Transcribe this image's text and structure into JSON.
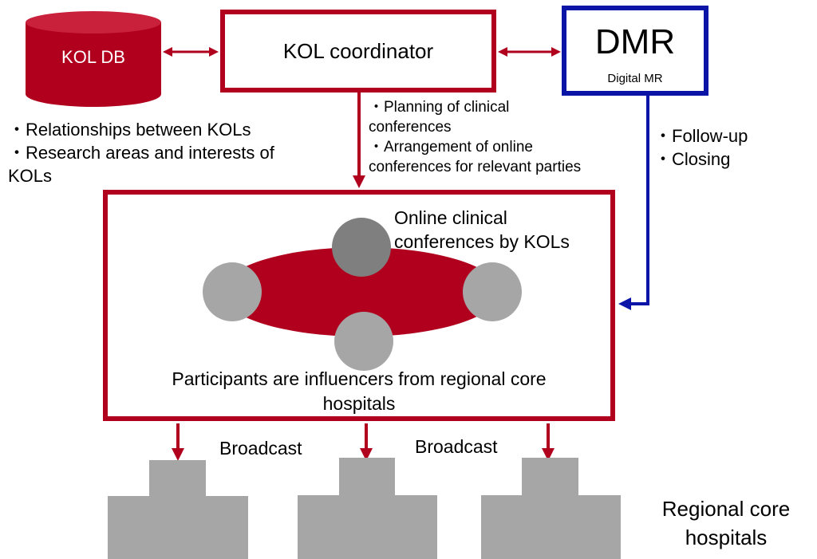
{
  "colors": {
    "accent_red": "#b1001e",
    "accent_blue": "#0a14a6",
    "grey_light": "#a6a6a6",
    "grey_dark": "#7f7f7f"
  },
  "kol_db": {
    "label": "KOL DB"
  },
  "coordinator": {
    "label": "KOL coordinator"
  },
  "dmr": {
    "title": "DMR",
    "subtitle": "Digital MR"
  },
  "left_notes": [
    "・Relationships between KOLs",
    "・Research areas and interests of",
    "KOLs"
  ],
  "center_notes": [
    "・Planning of clinical",
    "conferences",
    "・Arrangement of online",
    "conferences for relevant parties"
  ],
  "right_notes": [
    "・Follow-up",
    "・Closing"
  ],
  "conference": {
    "title_line1": "Online clinical",
    "title_line2": "conferences by KOLs",
    "footer_line1": "Participants are influencers from regional core",
    "footer_line2": "hospitals"
  },
  "broadcast": [
    "Broadcast",
    "Broadcast"
  ],
  "regional": {
    "label_line1": "Regional core",
    "label_line2": "hospitals"
  }
}
